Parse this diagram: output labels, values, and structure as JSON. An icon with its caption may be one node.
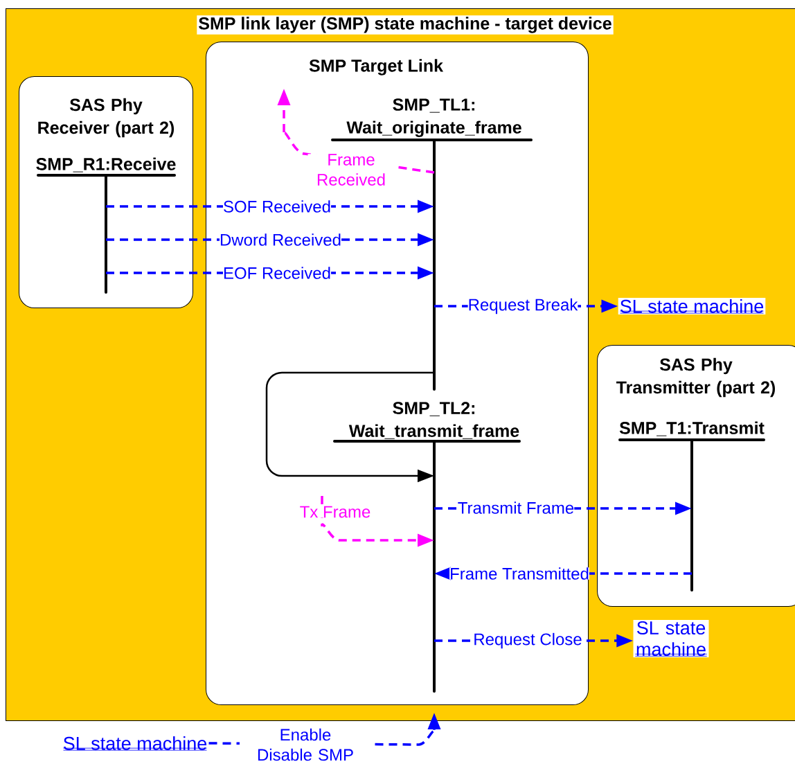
{
  "diagram": {
    "nodes": [
      {
        "text": [
          "SMP link layer (SMP) state machine - target device"
        ]
      },
      {
        "text": [
          "SAS Phy Receiver (part 2)"
        ],
        "in": 0
      },
      {
        "text": [
          "SMP_R1:Receive"
        ],
        "in": 1
      },
      {
        "text": [
          "SMP Target Link"
        ],
        "in": 0
      },
      {
        "text": [
          "SMP_TL1: Wait_originate_frame"
        ],
        "in": 3
      },
      {
        "text": [
          "SMP_TL2: Wait_transmit_frame"
        ],
        "in": 3
      },
      {
        "text": [
          "SAS Phy Transmitter (part 2)"
        ],
        "in": 0
      },
      {
        "text": [
          "SMP_T1:Transmit"
        ],
        "in": 6
      },
      {
        "text": [
          "SL state machine"
        ],
        "in": 0
      },
      {
        "text": [
          "SL state machine"
        ],
        "in": 0
      },
      {
        "text": [
          "SL state machine"
        ]
      }
    ],
    "edges": [
      {
        "from": 4,
        "to": null,
        "arrow": "to",
        "label": "Frame Received",
        "style": "dashed",
        "color": "#ff00ff"
      },
      {
        "from": 2,
        "to": 4,
        "arrow": "to",
        "label": "SOF Received",
        "style": "dashed",
        "color": "#0000ff"
      },
      {
        "from": 2,
        "to": 4,
        "arrow": "to",
        "label": "Dword Received",
        "style": "dashed",
        "color": "#0000ff"
      },
      {
        "from": 2,
        "to": 4,
        "arrow": "to",
        "label": "EOF Received",
        "style": "dashed",
        "color": "#0000ff"
      },
      {
        "from": 4,
        "to": 8,
        "arrow": "to",
        "label": "Request Break",
        "style": "dashed",
        "color": "#0000ff"
      },
      {
        "from": 4,
        "to": 5,
        "arrow": "to",
        "color": "#000000"
      },
      {
        "from": null,
        "to": 5,
        "arrow": "to",
        "label": "Tx Frame",
        "style": "dashed",
        "color": "#ff00ff"
      },
      {
        "from": 5,
        "to": 7,
        "arrow": "to",
        "label": "Transmit Frame",
        "style": "dashed",
        "color": "#0000ff"
      },
      {
        "from": 7,
        "to": 5,
        "arrow": "to",
        "label": "Frame Transmitted",
        "style": "dashed",
        "color": "#0000ff"
      },
      {
        "from": 5,
        "to": 9,
        "arrow": "to",
        "label": "Request Close",
        "style": "dashed",
        "color": "#0000ff"
      },
      {
        "from": 10,
        "to": 0,
        "arrow": "to",
        "label": "Enable Disable SMP",
        "style": "dashed",
        "color": "#0000ff"
      }
    ]
  }
}
